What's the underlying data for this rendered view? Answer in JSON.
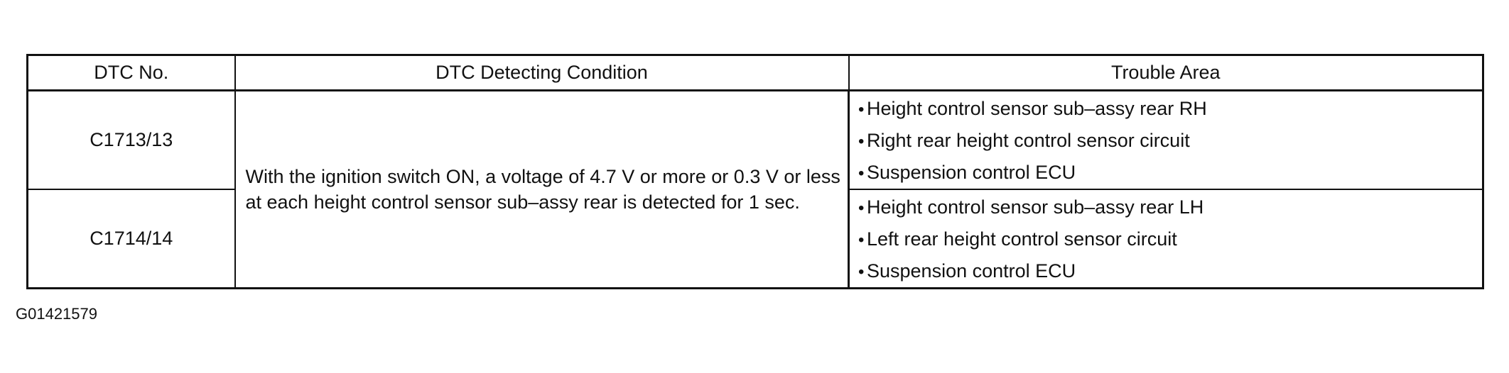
{
  "table": {
    "headers": {
      "dtc_no": "DTC No.",
      "condition": "DTC Detecting Condition",
      "trouble_area": "Trouble Area"
    },
    "condition_text": "With the ignition switch ON, a voltage of 4.7 V or more or 0.3 V or less at each height control sensor sub–assy rear is detected for 1 sec.",
    "rows": [
      {
        "dtc_no": "C1713/13",
        "trouble_area": [
          "Height control sensor sub–assy rear RH",
          "Right rear height control sensor circuit",
          "Suspension control ECU"
        ]
      },
      {
        "dtc_no": "C1714/14",
        "trouble_area": [
          "Height control sensor sub–assy rear LH",
          "Left rear height control sensor circuit",
          "Suspension control ECU"
        ]
      }
    ],
    "bullet_glyph": "•"
  },
  "figure_code": "G01421579"
}
